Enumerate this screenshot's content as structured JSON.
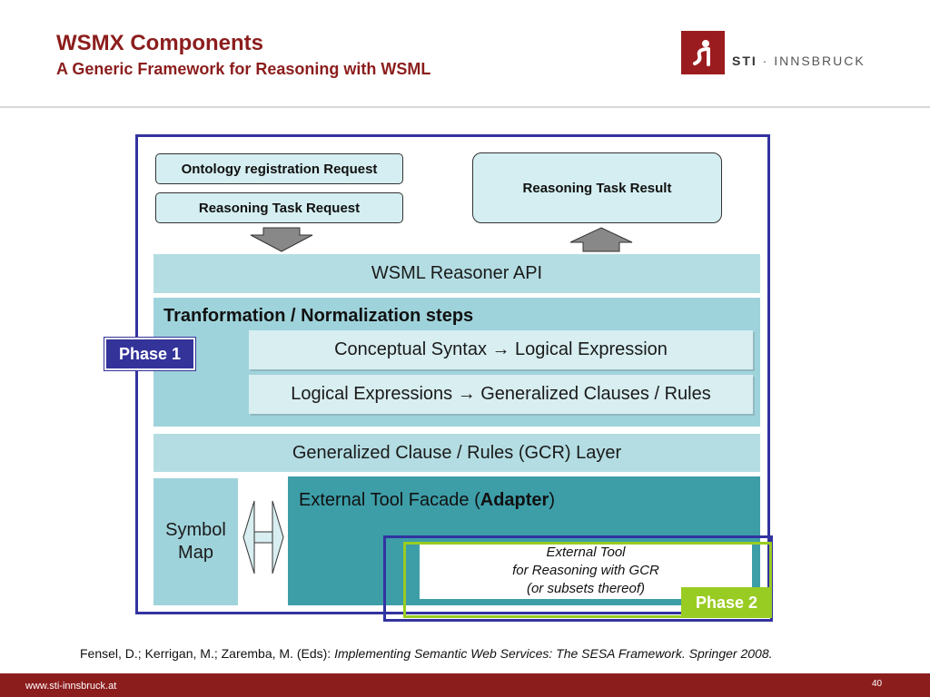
{
  "header": {
    "title": "WSMX Components",
    "subtitle": "A Generic Framework for Reasoning with WSML",
    "logo_text_bold": "STI",
    "logo_text_rest": " · INNSBRUCK"
  },
  "diagram": {
    "ontology_request": "Ontology registration Request",
    "reasoning_request": "Reasoning Task Request",
    "reasoning_result": "Reasoning Task Result",
    "api_layer": "WSML Reasoner API",
    "transformation_title": "Tranformation / Normalization steps",
    "conceptual_step": "Conceptual Syntax → Logical Expression",
    "logical_step": "Logical Expressions → Generalized Clauses / Rules",
    "gcr_layer": "Generalized Clause / Rules (GCR) Layer",
    "symbol_map_line1": "Symbol",
    "symbol_map_line2": "Map",
    "facade_prefix": "External Tool Facade (",
    "facade_bold": "Adapter",
    "facade_suffix": ")",
    "ext_tool_line1": "External Tool",
    "ext_tool_line2": "for Reasoning with GCR",
    "ext_tool_line3": "(or subsets thereof)",
    "phase1": "Phase 1",
    "phase2": "Phase 2"
  },
  "citation": {
    "authors": "Fensel, D.; Kerrigan, M.; Zaremba, M. (Eds): ",
    "work": "Implementing Semantic Web Services: The SESA Framework. Springer 2008."
  },
  "footer": {
    "url": "www.sti-innsbruck.at",
    "page": "40"
  },
  "colors": {
    "brand": "#8c1d1d",
    "phase1": "#33339a",
    "phase2": "#99cc22",
    "layer_light": "#b4dde3",
    "layer_dark": "#3d9ea8"
  }
}
